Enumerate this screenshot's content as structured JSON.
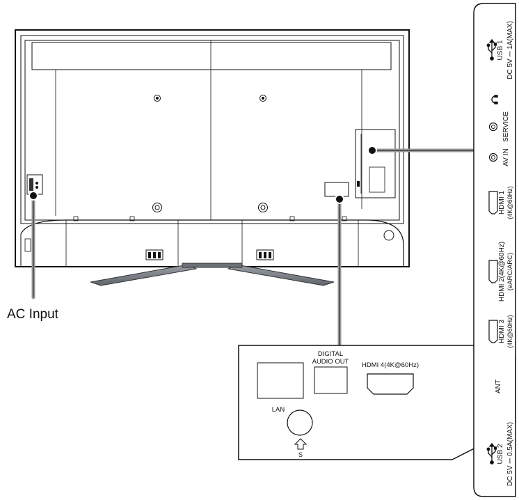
{
  "callouts": {
    "ac_input": "AC Input"
  },
  "side_panel": {
    "usb1": "USB 1",
    "usb1_power": "DC 5V ⎓ 1A(MAX)",
    "service": "SERVICE",
    "av_in": "AV IN",
    "hdmi1": "HDMI 1",
    "hdmi1_sub": "(4K@60Hz)",
    "hdmi2": "HDMI 2(4K@60Hz)",
    "hdmi2_sub": "(eARC/ARC)",
    "hdmi3": "HDMI 3",
    "hdmi3_sub": "(4K@60Hz)",
    "ant": "ANT",
    "usb2": "USB 2",
    "usb2_power": "DC 5V ⎓ 0.5A(MAX)"
  },
  "bottom_panel": {
    "digital_audio_line1": "DIGITAL",
    "digital_audio_line2": "AUDIO OUT",
    "hdmi4": "HDMI 4(4K@60Hz)",
    "lan": "LAN",
    "s_mark": "S"
  },
  "icons": [
    "usb-icon",
    "headphone-icon",
    "rca-jack-icon",
    "hdmi-port-icon",
    "optical-port-icon",
    "lan-port-icon",
    "antenna-jack-icon",
    "arrow-up-icon"
  ]
}
